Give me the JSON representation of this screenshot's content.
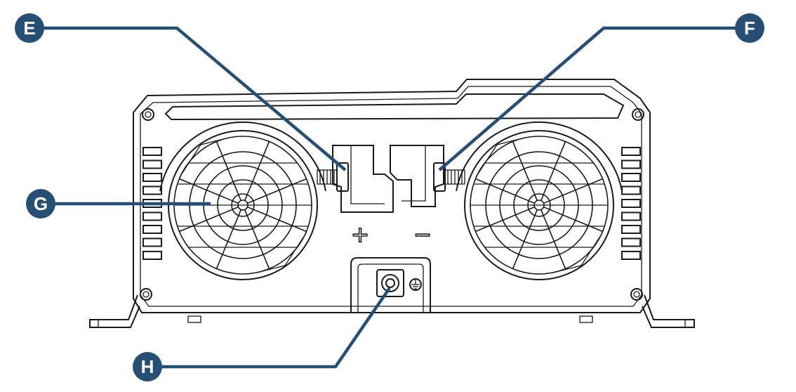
{
  "colors": {
    "callout": "#264f73",
    "line_art": "#1a1a1a",
    "background": "#ffffff"
  },
  "callouts": [
    {
      "id": "E",
      "label": "E"
    },
    {
      "id": "F",
      "label": "F"
    },
    {
      "id": "G",
      "label": "G"
    },
    {
      "id": "H",
      "label": "H"
    }
  ],
  "terminals": {
    "positive_symbol": "+",
    "negative_symbol": "−"
  },
  "icons": [
    "ground-symbol-icon",
    "fan-grill-icon",
    "screw-icon"
  ]
}
